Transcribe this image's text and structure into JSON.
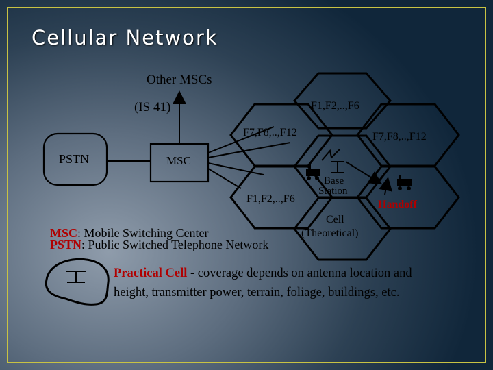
{
  "title": "Cellular Network",
  "diagram": {
    "other_mscs": "Other MSCs",
    "is41": "(IS 41)",
    "pstn": "PSTN",
    "msc": "MSC",
    "freq_top": "F1,F2,..,F6",
    "freq_left": "F7,F8,..,F12",
    "freq_right": "F7,F8,..,F12",
    "freq_bottom": "F1,F2,..,F6",
    "base": "Base",
    "station": "Station",
    "handoff": "Handoff",
    "cell": "Cell",
    "theoretical": "(Theoretical)"
  },
  "legend": {
    "msc_abbr": "MSC",
    "msc_desc": ": Mobile Switching Center",
    "pstn_abbr": "PSTN",
    "pstn_desc": ": Public Switched Telephone Network"
  },
  "practical": {
    "term": "Practical Cell",
    "line1": " - coverage depends on antenna location and",
    "line2": "height, transmitter power, terrain, foliage, buildings, etc."
  },
  "colors": {
    "frame": "#c8c243",
    "highlight": "#b00000"
  }
}
